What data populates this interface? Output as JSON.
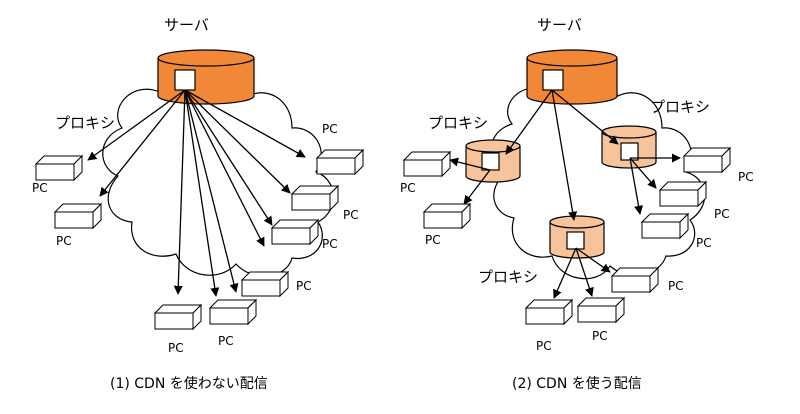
{
  "panels": [
    {
      "server_label": "サーバ",
      "proxy_label": "プロキシ",
      "pc_label": "PC",
      "caption": "(1) CDN を使わない配信"
    },
    {
      "server_label": "サーバ",
      "proxy_labels": [
        "プロキシ",
        "プロキシ",
        "プロキシ"
      ],
      "pc_label": "PC",
      "caption": "(2) CDN を使う配信"
    }
  ],
  "colors": {
    "server_fill": "#f08838",
    "proxy_fill": "#f6c39a",
    "stroke": "#000000"
  }
}
